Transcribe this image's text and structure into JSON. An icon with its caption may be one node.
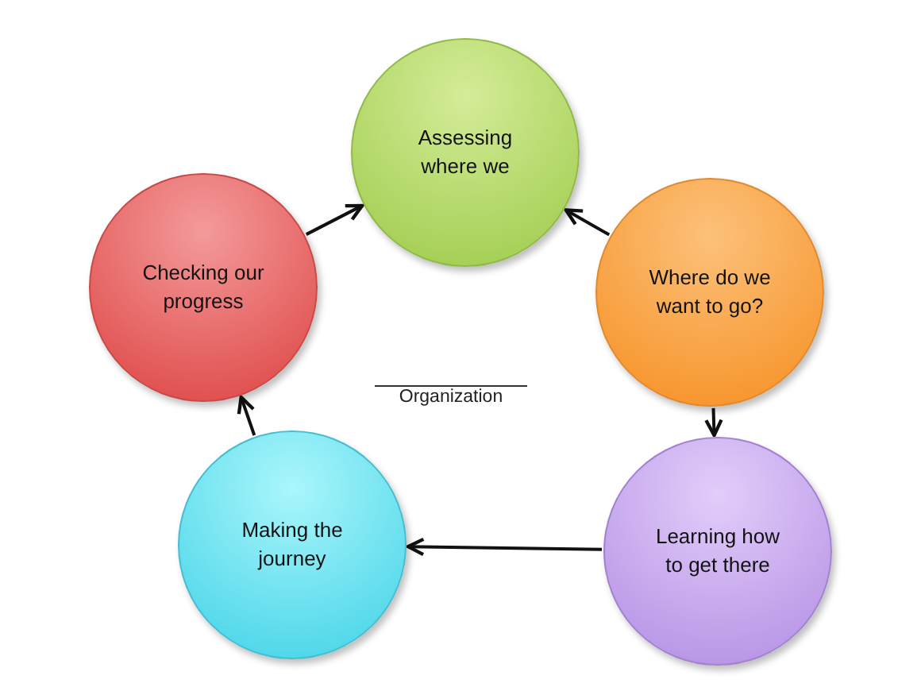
{
  "diagram": {
    "nodes": [
      {
        "text": [
          "Assessing where we"
        ]
      },
      {
        "text": [
          "Where do we want to go?"
        ]
      },
      {
        "text": [
          "Learning how to get there"
        ]
      },
      {
        "text": [
          "Making the journey"
        ]
      },
      {
        "text": [
          "Checking our progress"
        ]
      }
    ],
    "edges": [
      {
        "from": 4,
        "to": 0,
        "arrow": "to"
      },
      {
        "from": 1,
        "to": 0,
        "arrow": "to"
      },
      {
        "from": 1,
        "to": 2,
        "arrow": "to"
      },
      {
        "from": 2,
        "to": 3,
        "arrow": "to"
      },
      {
        "from": 3,
        "to": 4,
        "arrow": "to"
      }
    ],
    "labels": [
      "Organization"
    ]
  }
}
